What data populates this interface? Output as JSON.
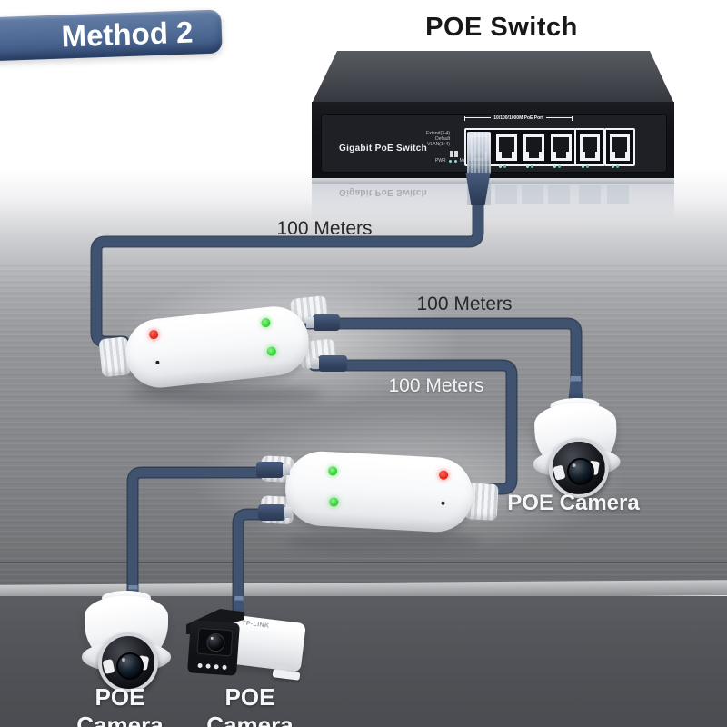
{
  "banner": {
    "label": "Method 2"
  },
  "title": "POE Switch",
  "poe_switch": {
    "front_label": "Gigabit PoE Switch",
    "port_group_label": "10/100/1000M PoE Port",
    "dip_labels": [
      "Extend(3-4)",
      "Default",
      "VLAN(1+4)"
    ],
    "pwr_label": "PWR",
    "mode_label": "Mode",
    "poe_port_count": 4,
    "uplink_port_count": 2
  },
  "distance_labels": [
    "100 Meters",
    "100 Meters",
    "100 Meters"
  ],
  "extenders": [
    {
      "id": "extender-1",
      "led_colors": [
        "red",
        "green",
        "green"
      ]
    },
    {
      "id": "extender-2",
      "led_colors": [
        "green",
        "green",
        "red"
      ]
    }
  ],
  "cameras": [
    {
      "id": "camera-right",
      "type": "turret",
      "label": "POE Camera"
    },
    {
      "id": "camera-bottom-left",
      "type": "turret",
      "label": "POE Camera"
    },
    {
      "id": "camera-bottom-center",
      "type": "bullet",
      "label": "POE Camera",
      "brand": "TP-LINK"
    }
  ],
  "colors": {
    "cable": "#3f5270",
    "led_red": "#e5261d",
    "led_green": "#35d435",
    "ribbon_top": "#647ea6",
    "ribbon_bottom": "#3a5480",
    "switch_front": "#121317"
  }
}
